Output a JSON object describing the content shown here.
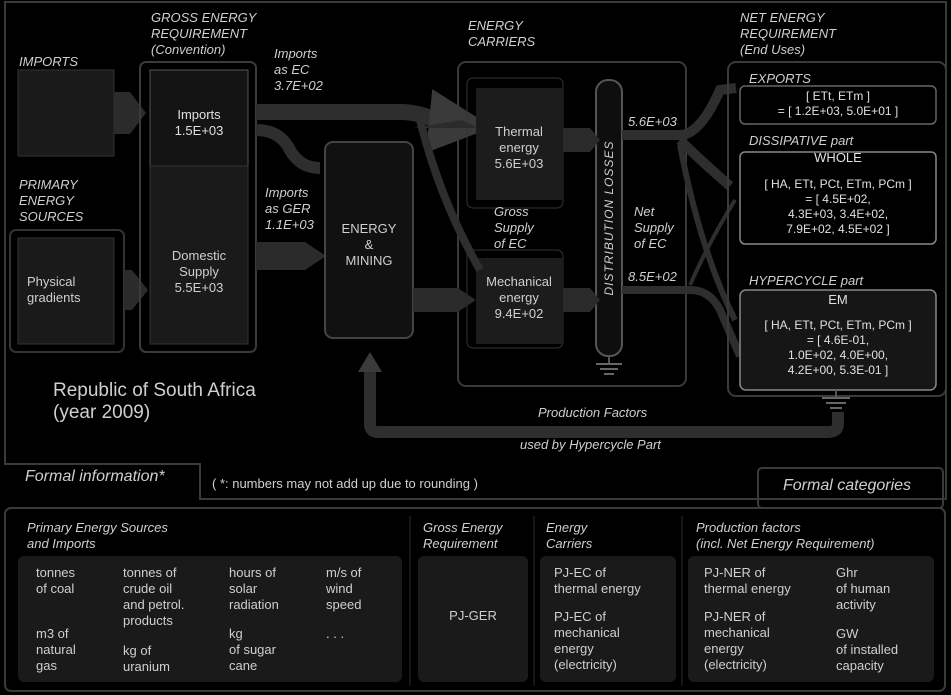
{
  "headers": {
    "gross_energy_requirement": [
      "GROSS ENERGY",
      "REQUIREMENT",
      "(Convention)"
    ],
    "energy_carriers": [
      "ENERGY",
      "CARRIERS"
    ],
    "net_energy_requirement": [
      "NET ENERGY",
      "REQUIREMENT",
      "(End Uses)"
    ],
    "imports": "IMPORTS",
    "primary_energy_sources": [
      "PRIMARY",
      "ENERGY",
      "SOURCES"
    ]
  },
  "boxes": {
    "physical_gradients": [
      "Physical",
      "gradients"
    ],
    "imports": {
      "label": "Imports",
      "value": "1.5E+03"
    },
    "domestic_supply": {
      "label": [
        "Domestic",
        "Supply"
      ],
      "value": "5.5E+03"
    },
    "energy_mining": [
      "ENERGY",
      "&",
      "MINING"
    ],
    "thermal_energy": {
      "label": [
        "Thermal",
        "energy"
      ],
      "value": "5.6E+03"
    },
    "mechanical_energy": {
      "label": [
        "Mechanical",
        "energy"
      ],
      "value": "9.4E+02"
    },
    "distribution_losses": "DISTRIBUTION LOSSES"
  },
  "flows": {
    "imports_as_ec": {
      "label": [
        "Imports",
        "as EC"
      ],
      "value": "3.7E+02"
    },
    "imports_as_ger": {
      "label": [
        "Imports",
        "as GER"
      ],
      "value": "1.1E+03"
    },
    "gross_supply_ec": [
      "Gross",
      "Supply",
      "of EC"
    ],
    "net_supply_ec": [
      "Net",
      "Supply",
      "of EC"
    ],
    "thermal_net": "5.6E+03",
    "mechanical_net": "8.5E+02",
    "production_factors": "Production Factors",
    "used_by_hypercycle": "used by Hypercycle Part"
  },
  "net_requirement": {
    "exports": {
      "title": "EXPORTS",
      "lines": [
        "[ ETt, ETm ]",
        "= [ 1.2E+03, 5.0E+01 ]"
      ]
    },
    "dissipative": {
      "title": "DISSIPATIVE part",
      "subtitle": "WHOLE",
      "lines": [
        "[ HA, ETt, PCt, ETm, PCm ]",
        "= [ 4.5E+02,",
        "4.3E+03, 3.4E+02,",
        "7.9E+02, 4.5E+02 ]"
      ]
    },
    "hypercycle": {
      "title": "HYPERCYCLE part",
      "subtitle": "EM",
      "lines": [
        "[ HA, ETt, PCt, ETm, PCm ]",
        "= [ 4.6E-01,",
        "1.0E+02, 4.0E+00,",
        "4.2E+00, 5.3E-01 ]"
      ]
    }
  },
  "country": [
    "Republic of South Africa",
    "(year 2009)"
  ],
  "formal_information": "Formal information*",
  "rounding_note": "( *: numbers may not add up due to rounding )",
  "formal_categories": "Formal categories",
  "categories": {
    "primary_sources": {
      "title": [
        "Primary Energy Sources",
        "and Imports"
      ],
      "items": [
        [
          "tonnes",
          "of coal"
        ],
        [
          "tonnes of",
          "crude oil",
          "and petrol.",
          "products"
        ],
        [
          "hours of",
          "solar",
          "radiation"
        ],
        [
          "m/s of",
          "wind",
          "speed"
        ],
        [
          "m3 of",
          "natural",
          "gas"
        ],
        [
          "kg of",
          "uranium"
        ],
        [
          "kg",
          "of sugar",
          "cane"
        ],
        [
          ". . ."
        ]
      ]
    },
    "ger": {
      "title": [
        "Gross Energy",
        "Requirement"
      ],
      "items": [
        "PJ-GER"
      ]
    },
    "carriers": {
      "title": [
        "Energy",
        "Carriers"
      ],
      "items": [
        [
          "PJ-EC of",
          "thermal energy"
        ],
        [
          "PJ-EC of",
          "mechanical",
          "energy",
          "(electricity)"
        ]
      ]
    },
    "production_factors": {
      "title": [
        "Production factors",
        "(incl. Net Energy Requirement)"
      ],
      "items": [
        [
          "PJ-NER of",
          "thermal energy"
        ],
        [
          "PJ-NER of",
          "mechanical",
          "energy",
          "(electricity)"
        ],
        [
          "Ghr",
          "of human",
          "activity"
        ],
        [
          "GW",
          "of installed",
          "capacity"
        ]
      ]
    }
  }
}
